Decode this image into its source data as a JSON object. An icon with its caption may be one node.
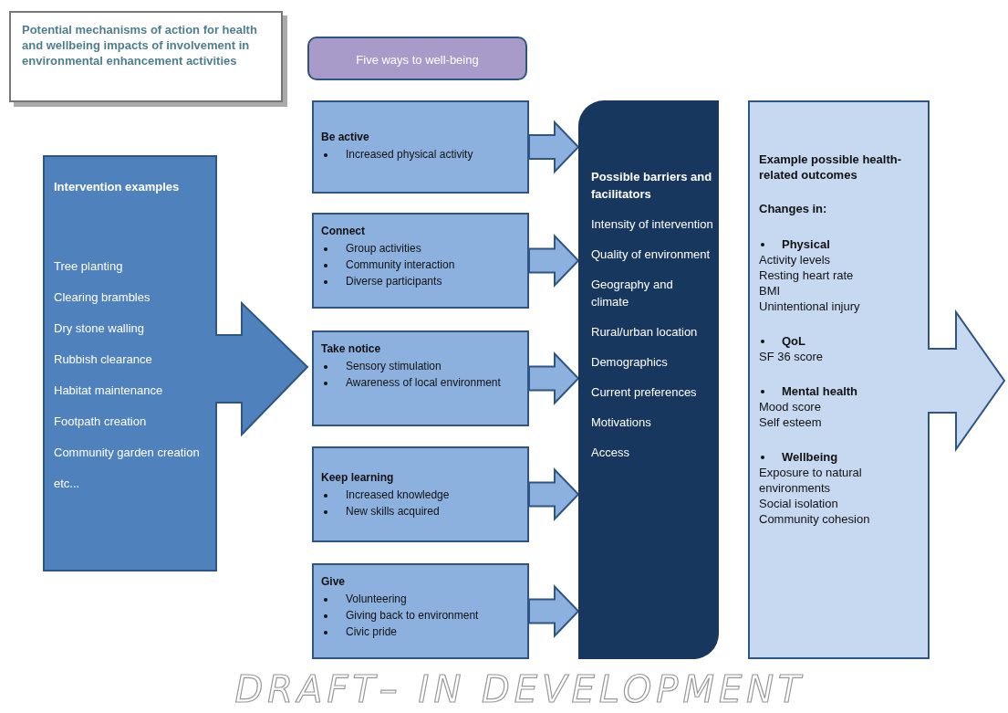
{
  "diagram": {
    "title": "Potential mechanisms of action for health and wellbeing impacts of involvement in environmental enhancement activities",
    "nodes": [
      {
        "text": [
          "Five ways to well-being"
        ]
      },
      {
        "text": [
          "Intervention examples",
          "Tree planting",
          "Clearing brambles",
          "Dry stone walling",
          "Rubbish clearance",
          "Habitat maintenance",
          "Footpath creation",
          "Community garden creation",
          "etc..."
        ]
      },
      {
        "text": [
          "Be active",
          "Increased physical activity"
        ]
      },
      {
        "text": [
          "Connect",
          "Group activities",
          "Community interaction",
          "Diverse participants"
        ]
      },
      {
        "text": [
          "Take notice",
          "Sensory stimulation",
          "Awareness of local environment"
        ]
      },
      {
        "text": [
          "Keep learning",
          "Increased knowledge",
          "New skills acquired"
        ]
      },
      {
        "text": [
          "Give",
          "Volunteering",
          "Giving back to environment",
          "Civic pride"
        ]
      },
      {
        "text": [
          "Possible barriers and facilitators",
          "Intensity of intervention",
          "Quality of environment",
          "Geography and climate",
          "Rural/urban location",
          "Demographics",
          "Current preferences",
          "Motivations",
          "Access"
        ]
      },
      {
        "text": [
          "Example possible health-related outcomes",
          "Changes in:",
          "Physical",
          "Activity levels",
          "Resting heart rate",
          "BMI",
          "Unintentional injury",
          "QoL",
          "SF 36 score",
          "Mental health",
          "Mood score",
          "Self esteem",
          "Wellbeing",
          "Exposure to natural environments",
          "Social isolation",
          "Community cohesion"
        ]
      }
    ],
    "edges": [
      {
        "from": 2,
        "to": 7,
        "arrow": "to"
      },
      {
        "from": 3,
        "to": 7,
        "arrow": "to"
      },
      {
        "from": 4,
        "to": 7,
        "arrow": "to"
      },
      {
        "from": 5,
        "to": 7,
        "arrow": "to"
      },
      {
        "from": 6,
        "to": 7,
        "arrow": "to"
      }
    ],
    "labels": [
      "DRAFT– IN DEVELOPMENT"
    ]
  }
}
